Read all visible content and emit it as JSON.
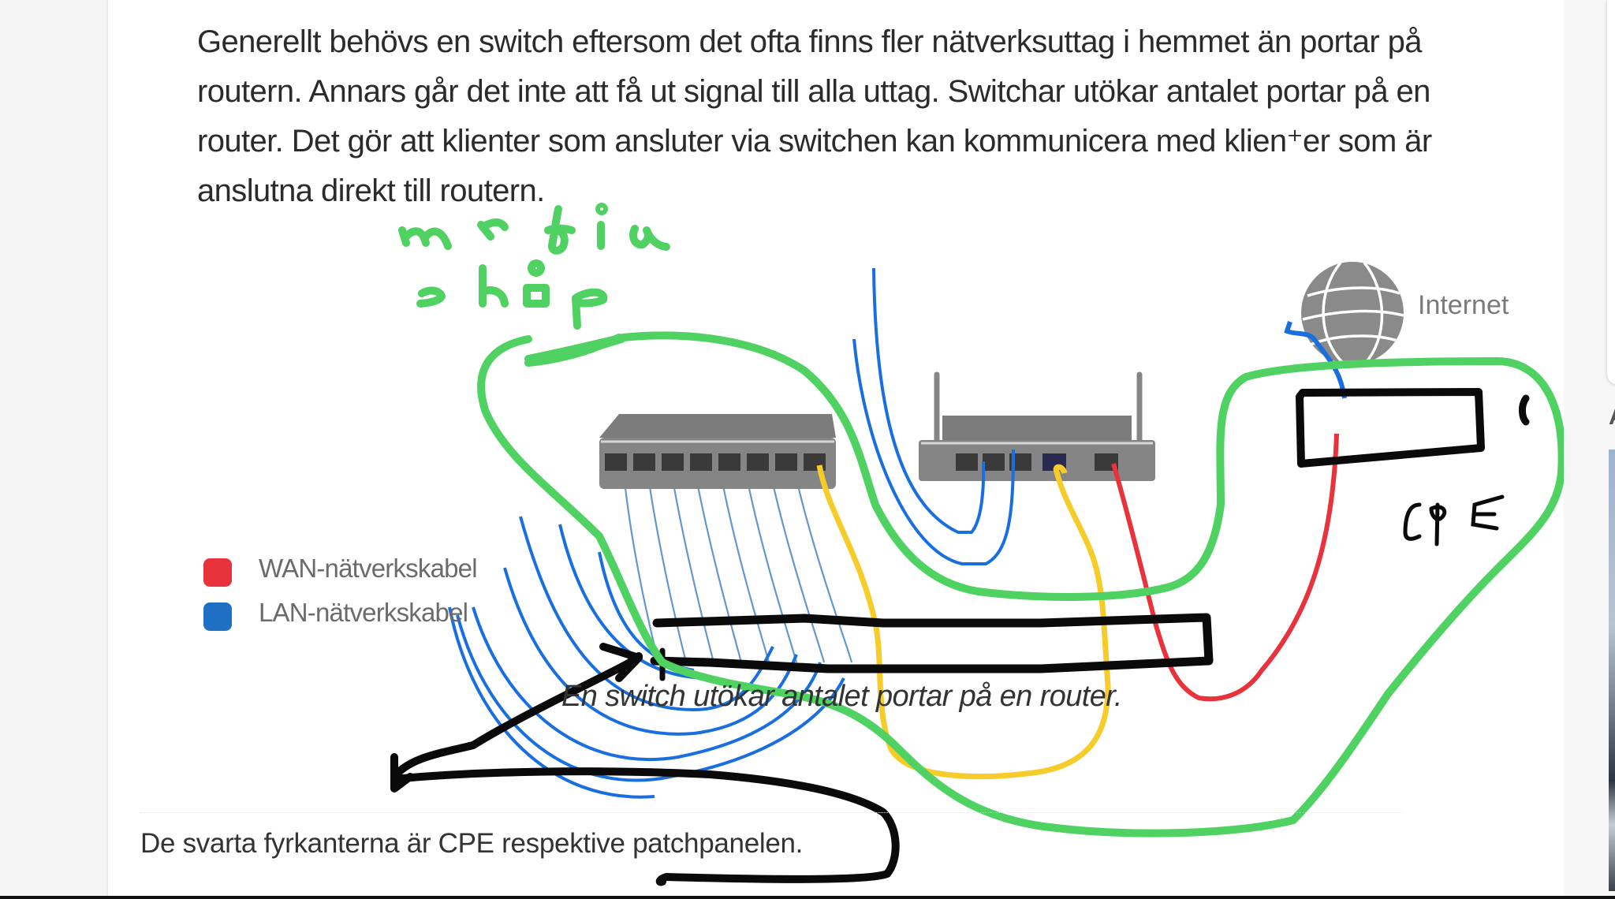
{
  "article": {
    "paragraph_lines": [
      "Generellt behövs en switch eftersom det ofta finns fler nätverksuttag i hemmet än portar på",
      "routern. Annars går det inte att få ut signal till alla uttag. Switchar utökar antalet portar på en",
      "router. Det gör att klienter som ansluter via switchen kan kommunicera med klien⁺er som är",
      "anslutna direkt till routern."
    ],
    "figure": {
      "legend": [
        {
          "label": "WAN-nätverkskabel",
          "color": "#e8323c",
          "icon": "wan-cable-icon"
        },
        {
          "label": "LAN-nätverkskabel",
          "color": "#1f6fc4",
          "icon": "lan-cable-icon"
        }
      ],
      "internet_label": "Internet",
      "caption": "En switch utökar antalet portar på en router.",
      "devices": [
        "switch",
        "router",
        "internet-globe"
      ],
      "cable_colors": {
        "lan": "#1a6fe0",
        "uplink": "#f5cc2a",
        "wan": "#e8323c"
      }
    },
    "annotations": {
      "handwriting_line1": "media",
      "handwriting_line2": "skåp",
      "cpe_label": "CPE",
      "ink_colors": {
        "green": "#4fd262",
        "black": "#0a0a0a"
      }
    },
    "note": "De svarta fyrkanterna är CPE respektive patchpanelen."
  },
  "sidebar": {
    "heading_initial": "A"
  }
}
